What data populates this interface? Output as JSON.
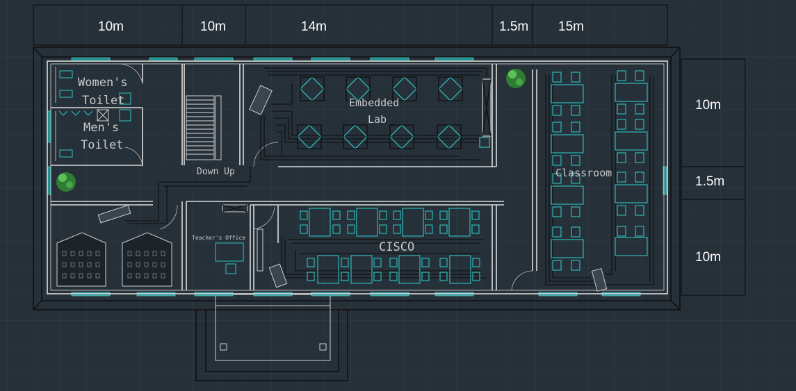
{
  "dimensions": {
    "top": [
      "10m",
      "10m",
      "14m",
      "1.5m",
      "15m"
    ],
    "right": [
      "10m",
      "1.5m",
      "10m"
    ]
  },
  "rooms": {
    "womens_toilet_line1": "Women's",
    "womens_toilet_line2": "Toilet",
    "mens_toilet_line1": "Men's",
    "mens_toilet_line2": "Toilet",
    "stairs": "Down Up",
    "embedded_lab_line1": "Embedded",
    "embedded_lab_line2": "Lab",
    "classroom": "Classroom",
    "teachers_office": "Teacher's Office",
    "cisco": "CISCO"
  },
  "colors": {
    "background": "#263039",
    "grid": "#2f3a44",
    "wall": "#dcdcdc",
    "furniture": "#2fc4c4",
    "dimension_text": "#ffffff",
    "room_text": "#c9c9c9",
    "tree": "#3d8f3a"
  }
}
